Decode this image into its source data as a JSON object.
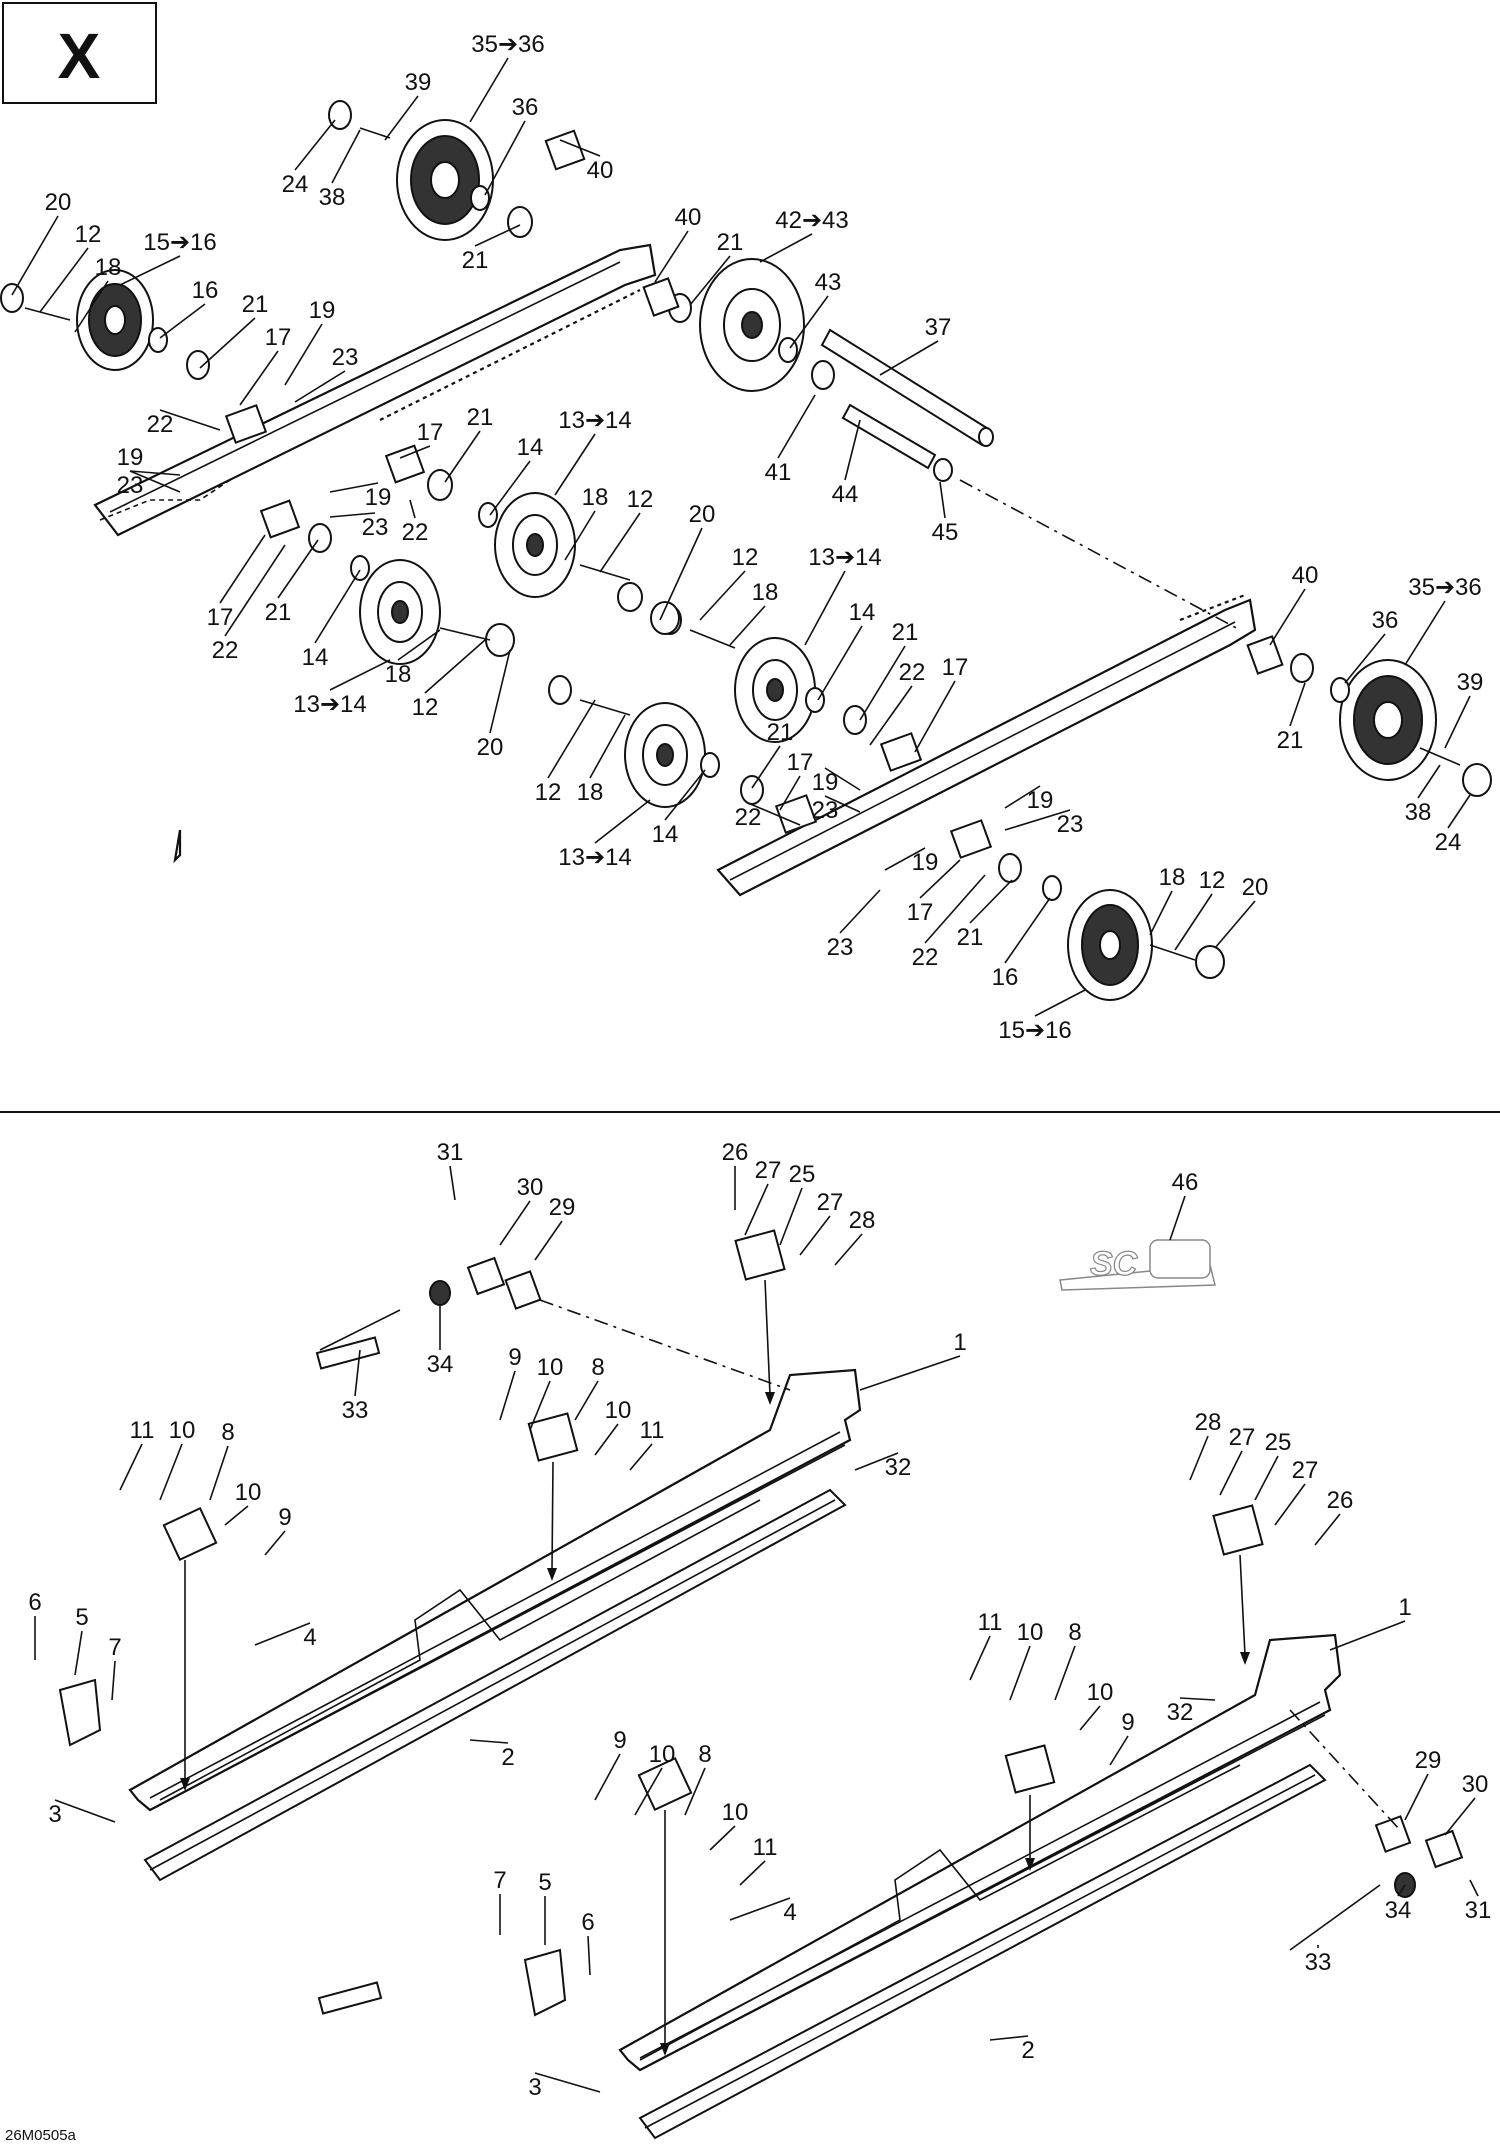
{
  "section_letter": "X",
  "drawing_code": "26M0505a",
  "logo_icon": "sc-suspension-logo-icon",
  "labels": {
    "p20a": "20",
    "p12a": "12",
    "p18a": "18",
    "p15a": "15➔16",
    "p16a": "16",
    "p21a": "21",
    "p17a": "17",
    "p19a": "19",
    "p23a": "23",
    "p22a": "22",
    "p19b": "19",
    "p23b": "23",
    "p24a": "24",
    "p38a": "38",
    "p39a": "39",
    "p35a": "35➔36",
    "p36a": "36",
    "p40a": "40",
    "p21b": "21",
    "p40b": "40",
    "p21c": "21",
    "p42": "42➔43",
    "p43": "43",
    "p37": "37",
    "p41": "41",
    "p44": "44",
    "p45": "45",
    "p17b": "17",
    "p21d": "21",
    "p14a": "14",
    "p13a": "13➔14",
    "p19c": "19",
    "p23c": "23",
    "p22b": "22",
    "p18b": "18",
    "p12b": "12",
    "p20b": "20",
    "p17c": "17",
    "p22c": "22",
    "p21e": "21",
    "p14b": "14",
    "p13b": "13➔14",
    "p18c": "18",
    "p12c": "12",
    "p20c": "20",
    "p12d": "12",
    "p18d": "18",
    "p13c": "13➔14",
    "p14c": "14",
    "p21f": "21",
    "p22d": "22",
    "p17d": "17",
    "p12e": "12",
    "p18e": "18",
    "p13d": "13➔14",
    "p14d": "14",
    "p21g": "21",
    "p17e": "17",
    "p19d": "19",
    "p23d": "23",
    "p22e": "22",
    "p19e": "19",
    "p23e": "23",
    "p19f": "19",
    "p23f": "23",
    "p17f": "17",
    "p22f": "22",
    "p21h": "21",
    "p16b": "16",
    "p15b": "15➔16",
    "p18f": "18",
    "p12f": "12",
    "p20d": "20",
    "p40c": "40",
    "p35b": "35➔36",
    "p36b": "36",
    "p21i": "21",
    "p39b": "39",
    "p38b": "38",
    "p24b": "24",
    "p31a": "31",
    "p30a": "30",
    "p29a": "29",
    "p34a": "34",
    "p33a": "33",
    "p26a": "26",
    "p27a": "27",
    "p25a": "25",
    "p27b": "27",
    "p28a": "28",
    "p46": "46",
    "p1a": "1",
    "p9a": "9",
    "p10a": "10",
    "p8a": "8",
    "p10b": "10",
    "p11a": "11",
    "p32a": "32",
    "p11b": "11",
    "p10c": "10",
    "p8b": "8",
    "p10d": "10",
    "p9b": "9",
    "p6a": "6",
    "p5a": "5",
    "p7a": "7",
    "p4a": "4",
    "p3a": "3",
    "p2a": "2",
    "p28b": "28",
    "p27c": "27",
    "p25b": "25",
    "p27d": "27",
    "p26b": "26",
    "p1b": "1",
    "p11c": "11",
    "p10e": "10",
    "p8c": "8",
    "p10f": "10",
    "p9c": "9",
    "p32b": "32",
    "p29b": "29",
    "p30b": "30",
    "p9d": "9",
    "p10g": "10",
    "p8d": "8",
    "p10h": "10",
    "p11d": "11",
    "p34b": "34",
    "p31b": "31",
    "p33b": "33",
    "p7b": "7",
    "p5b": "5",
    "p6b": "6",
    "p4b": "4",
    "p3b": "3",
    "p2b": "2"
  }
}
